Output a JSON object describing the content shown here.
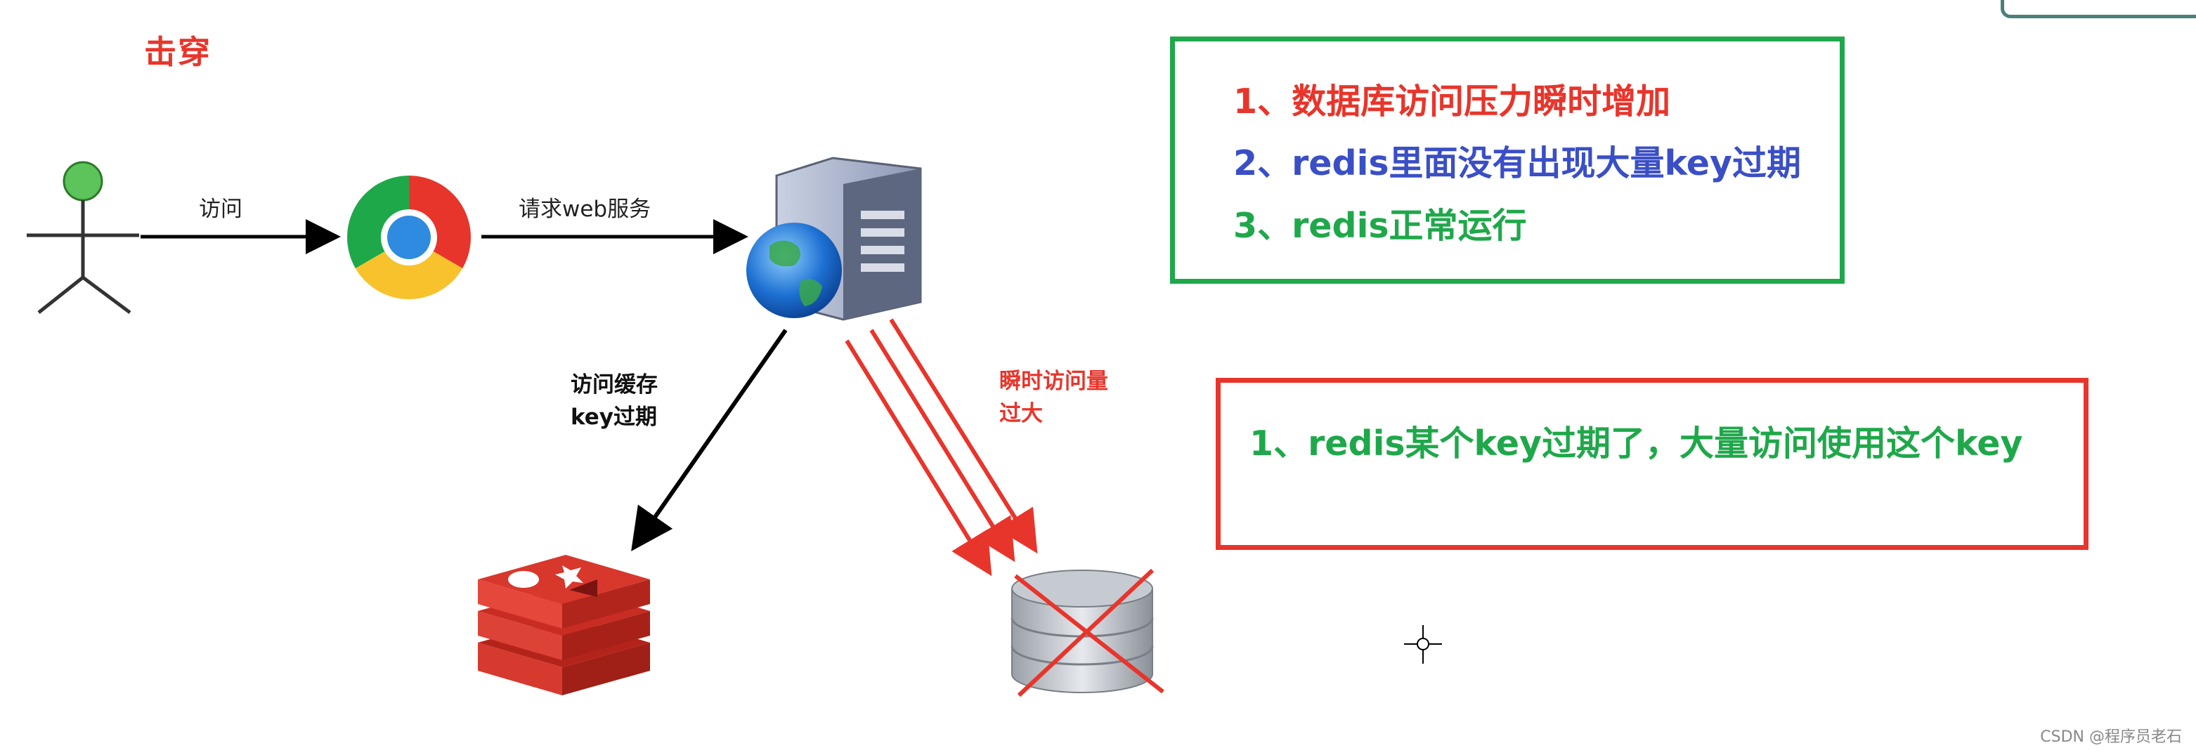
{
  "title": "击穿",
  "labels": {
    "access": "访问",
    "request_web": "请求web服务",
    "cache_line1": "访问缓存",
    "cache_line2": "key过期",
    "burst_line1": "瞬时访问量",
    "burst_line2": "过大"
  },
  "green_box": {
    "items": [
      {
        "text": "1、数据库访问压力瞬时增加",
        "color": "#e8352b"
      },
      {
        "text": "2、redis里面没有出现大量key过期",
        "color": "#3a4fc6"
      },
      {
        "text": "3、redis正常运行",
        "color": "#1fa84a"
      }
    ]
  },
  "red_box": {
    "text": "1、redis某个key过期了，大量访问使用这个key",
    "color": "#1fa84a"
  },
  "watermark": "CSDN @程序员老石",
  "colors": {
    "red": "#e8352b",
    "green": "#1fa84a",
    "blue": "#3a4fc6"
  },
  "icons": [
    "user-icon",
    "chrome-icon",
    "server-icon",
    "redis-icon",
    "database-icon",
    "crosshair-cursor-icon"
  ]
}
